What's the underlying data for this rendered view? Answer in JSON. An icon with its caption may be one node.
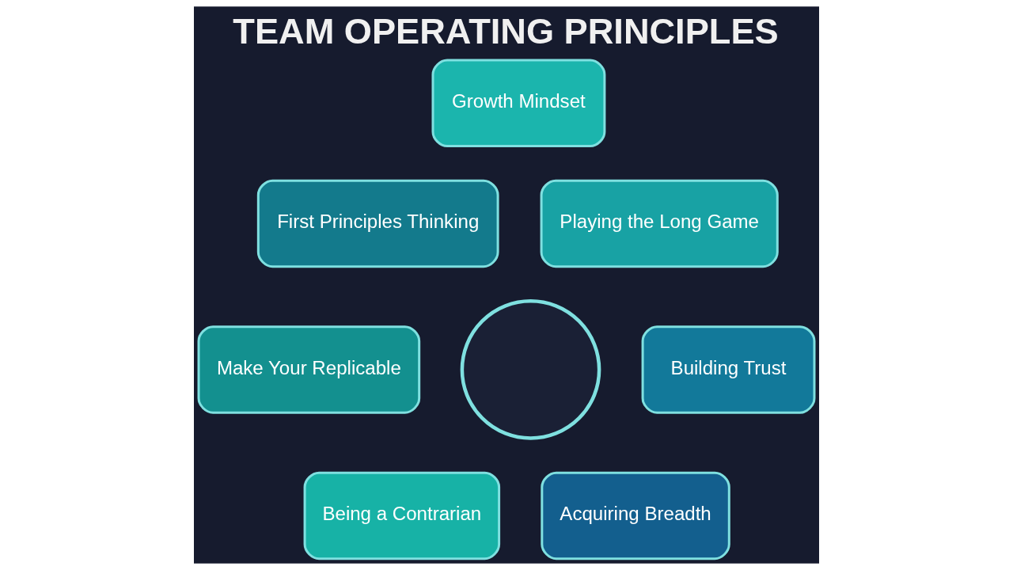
{
  "diagram": {
    "title": "TEAM OPERATING PRINCIPLES",
    "nodes": [
      {
        "text": [
          "Growth Mindset"
        ]
      },
      {
        "text": [
          "First Principles Thinking"
        ]
      },
      {
        "text": [
          "Playing the Long Game"
        ]
      },
      {
        "text": [
          "Make Your Replicable"
        ]
      },
      {
        "text": [],
        "shape": "circle"
      },
      {
        "text": [
          "Building Trust"
        ]
      },
      {
        "text": [
          "Being a Contrarian"
        ]
      },
      {
        "text": [
          "Acquiring Breadth"
        ]
      }
    ]
  }
}
